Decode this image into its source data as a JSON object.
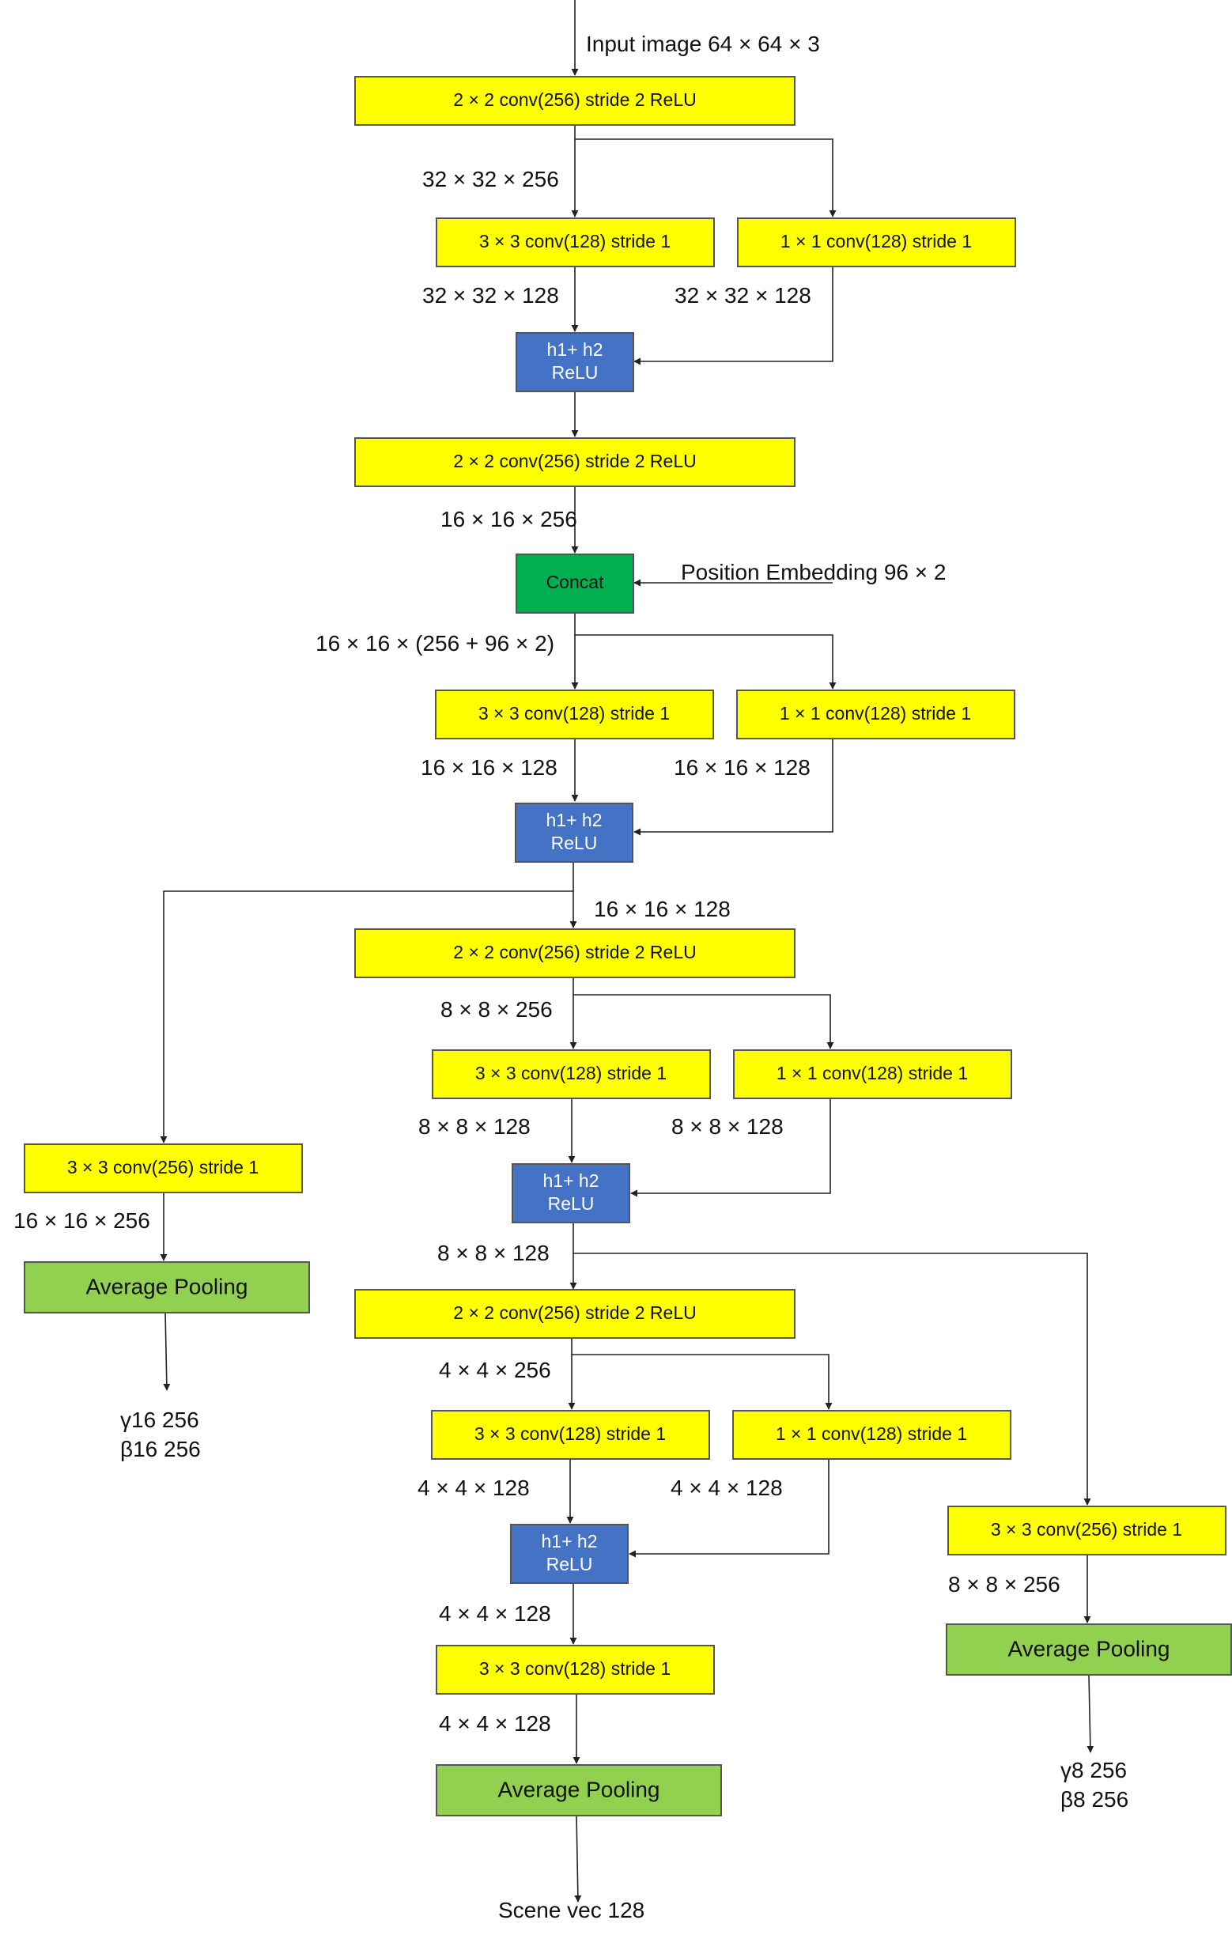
{
  "nodes": {
    "conv1": "2 × 2 conv(256) stride 2  ReLU",
    "conv1a": "3 × 3 conv(128) stride 1",
    "conv1b": "1 × 1 conv(128) stride 1",
    "add1": [
      "h1+ h2",
      "ReLU"
    ],
    "conv2": "2 × 2 conv(256) stride 2  ReLU",
    "concat": "Concat",
    "conv2a": "3 × 3 conv(128) stride 1",
    "conv2b": "1 × 1 conv(128) stride 1",
    "add2": [
      "h1+ h2",
      "ReLU"
    ],
    "conv3": "2 × 2 conv(256) stride 2  ReLU",
    "conv3a": "3 × 3 conv(128) stride 1",
    "conv3b": "1 × 1 conv(128) stride 1",
    "add3": [
      "h1+ h2",
      "ReLU"
    ],
    "conv4": "2 × 2 conv(256) stride 2  ReLU",
    "conv4a": "3 × 3 conv(128) stride 1",
    "conv4b": "1 × 1 conv(128) stride 1",
    "add4": [
      "h1+ h2",
      "ReLU"
    ],
    "conv5": "3 × 3 conv(128) stride 1",
    "pool_main": "Average Pooling",
    "left_conv": "3 × 3 conv(256) stride 1",
    "pool_left": "Average Pooling",
    "right_conv": "3 × 3 conv(256) stride 1",
    "pool_right": "Average Pooling"
  },
  "labels": {
    "input": "Input image   64 × 64 × 3",
    "s1": "32 × 32 × 256",
    "s1a": "32 × 32 × 128",
    "s1b": "32 × 32 × 128",
    "s2": "16 × 16 × 256",
    "pos_emb": "Position Embedding  96 × 2",
    "s_concat": "16 × 16 × (256 + 96 × 2)",
    "s2a": "16 × 16 × 128",
    "s2b": "16 × 16 × 128",
    "s3_in": "16 × 16 × 128",
    "s3": "8 × 8 × 256",
    "s3a": "8 × 8 × 128",
    "s3b": "8 × 8 × 128",
    "s_left": "16 × 16 × 256",
    "s4_in": "8 × 8 × 128",
    "s4": "4 × 4 × 256",
    "s4a": "4 × 4 × 128",
    "s4b": "4 × 4 × 128",
    "s5_in": "4 × 4 × 128",
    "s5_out": "4 × 4 × 128",
    "s_right": "8 × 8 × 256",
    "out_left_g": "γ16  256",
    "out_left_b": "β16  256",
    "out_right_g": "γ8  256",
    "out_right_b": "β8  256",
    "out_main": "Scene vec 128"
  }
}
